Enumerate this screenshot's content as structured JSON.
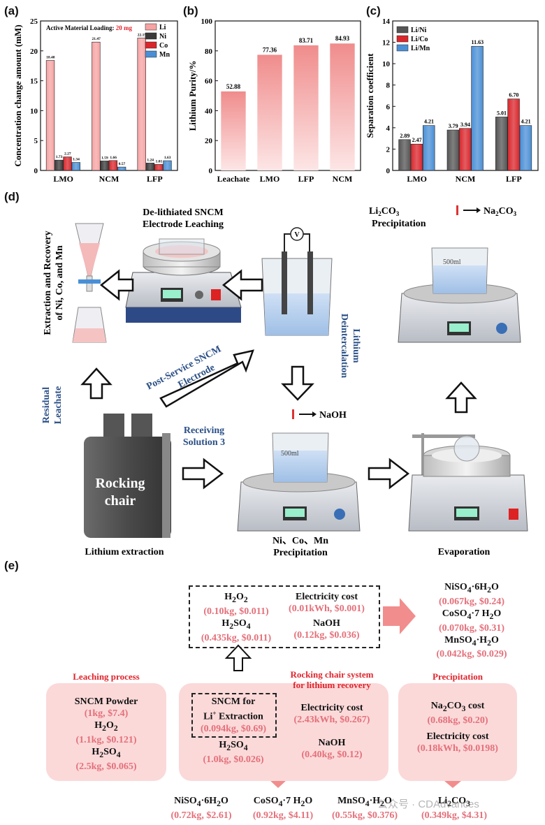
{
  "panels": {
    "a": "(a)",
    "b": "(b)",
    "c": "(c)",
    "d": "(d)",
    "e": "(e)"
  },
  "chart_a": {
    "type": "bar",
    "ylabel": "Concentration change amount (mM)",
    "annotation_label": "Active Material Loading:",
    "annotation_value": "20 mg",
    "categories": [
      "LMO",
      "NCM",
      "LFP"
    ],
    "ylim": [
      0,
      25
    ],
    "yticks": [
      "0",
      "5",
      "10",
      "15",
      "20",
      "25"
    ],
    "legend": [
      "Li",
      "Ni",
      "Co",
      "Mn"
    ],
    "colors": [
      "#f6a3a3",
      "#3a3a3a",
      "#d9262c",
      "#4a8fd6"
    ],
    "series": [
      {
        "name": "Li",
        "values": [
          18.4,
          21.47,
          22.15
        ],
        "labels": [
          "18.40",
          "21.47",
          "22.15"
        ]
      },
      {
        "name": "Ni",
        "values": [
          1.73,
          1.59,
          1.24
        ],
        "labels": [
          "1.73",
          "1.59",
          "1.24"
        ]
      },
      {
        "name": "Co",
        "values": [
          2.27,
          1.66,
          1.01
        ],
        "labels": [
          "2.27",
          "1.66",
          "1.01"
        ]
      },
      {
        "name": "Mn",
        "values": [
          1.34,
          0.57,
          1.63
        ],
        "labels": [
          "1.34",
          "0.57",
          "1.63"
        ]
      }
    ]
  },
  "chart_b": {
    "type": "bar",
    "ylabel": "Lithium Purity/%",
    "categories": [
      "Leachate",
      "LMO",
      "LFP",
      "NCM"
    ],
    "values": [
      52.88,
      77.36,
      83.71,
      84.93
    ],
    "labels": [
      "52.88",
      "77.36",
      "83.71",
      "84.93"
    ],
    "ylim": [
      0,
      100
    ],
    "yticks": [
      "0",
      "20",
      "40",
      "60",
      "80",
      "100"
    ],
    "color": "#f08c8c"
  },
  "chart_c": {
    "type": "bar",
    "ylabel": "Separation coefficient",
    "categories": [
      "LMO",
      "NCM",
      "LFP"
    ],
    "ylim": [
      0,
      14
    ],
    "yticks": [
      "0",
      "2",
      "4",
      "6",
      "8",
      "10",
      "12",
      "14"
    ],
    "legend": [
      "Li/Ni",
      "Li/Co",
      "Li/Mn"
    ],
    "colors": [
      "#555555",
      "#d9262c",
      "#4a8fd6"
    ],
    "series": [
      {
        "name": "Li/Ni",
        "values": [
          2.89,
          3.79,
          5.01
        ],
        "labels": [
          "2.89",
          "3.79",
          "5.01"
        ]
      },
      {
        "name": "Li/Co",
        "values": [
          2.47,
          3.94,
          6.7
        ],
        "labels": [
          "2.47",
          "3.94",
          "6.70"
        ]
      },
      {
        "name": "Li/Mn",
        "values": [
          4.21,
          11.63,
          4.21
        ],
        "labels": [
          "4.21",
          "11.63",
          "4.21"
        ]
      }
    ]
  },
  "diagram_d": {
    "leaching_title_1": "De-lithiated SNCM",
    "leaching_title_2": "Electrode Leaching",
    "extraction_1": "Extraction and Recovery",
    "extraction_2": "of Ni, Co, and Mn",
    "li2co3_precip_1": "Li",
    "li2co3_precip_2": "CO",
    "li2co3_precip_3": "Precipitation",
    "na2co3_1": "Na",
    "na2co3_2": "CO",
    "post_service_1": "Post-Service SNCM",
    "post_service_2": "Electrode",
    "lithium_deintercalation_1": "Lithium",
    "lithium_deintercalation_2": "Deintercalation",
    "residual_leachate_1": "Residual",
    "residual_leachate_2": "Leachate",
    "receiving_1": "Receiving",
    "receiving_2": "Solution 3",
    "naoh": "NaOH",
    "rocking_chair_1": "Rocking",
    "rocking_chair_2": "chair",
    "lithium_extraction": "Lithium extraction",
    "ni_co_mn_1": "Ni、Co、Mn",
    "ni_co_mn_2": "Precipitation",
    "evaporation": "Evaporation",
    "beaker_mark": "500ml",
    "voltmeter": "V"
  },
  "diagram_e": {
    "top_box": {
      "h2o2_name": "H",
      "h2o2_value": "(0.10kg, $0.011)",
      "elec_name": "Electricity cost",
      "elec_value": "(0.01kWh, $0.001)",
      "h2so4_name": "H",
      "h2so4_value": "(0.435kg, $0.011)",
      "naoh_name": "NaOH",
      "naoh_value": "(0.12kg, $0.036)"
    },
    "top_products": {
      "niso4_name": "NiSO",
      "niso4_value": "(0.067kg, $0.24)",
      "coso4_name": "CoSO",
      "coso4_value": "(0.070kg, $0.31)",
      "mnso4_name": "MnSO",
      "mnso4_value": "(0.042kg, $0.029)"
    },
    "leaching": {
      "title": "Leaching process",
      "sncm_name": "SNCM Powder",
      "sncm_value": "(1kg, $7.4)",
      "h2o2_name": "H",
      "h2o2_value": "(1.1kg, $0.121)",
      "h2so4_name": "H",
      "h2so4_value": "(2.5kg, $0.065)"
    },
    "rocking": {
      "title_1": "Rocking chair system",
      "title_2": "for lithium recovery",
      "sncm_name_1": "SNCM for",
      "sncm_name_2": "Extraction",
      "sncm_value": "(0.094kg, $0.69)",
      "elec_name": "Electricity cost",
      "elec_value": "(2.43kWh, $0.267)",
      "h2so4_name": "H",
      "h2so4_value": "(1.0kg, $0.026)",
      "naoh_name": "NaOH",
      "naoh_value": "(0.40kg, $0.12)"
    },
    "precip": {
      "title": "Precipitation",
      "na2co3_name": "Na",
      "na2co3_cost": "cost",
      "na2co3_value": "(0.68kg, $0.20)",
      "elec_name": "Electricity cost",
      "elec_value": "(0.18kWh, $0.0198)"
    },
    "bottom_products": {
      "niso4_name": "NiSO",
      "niso4_value": "(0.72kg, $2.61)",
      "coso4_name": "CoSO",
      "coso4_value": "(0.92kg, $4.11)",
      "mnso4_name": "MnSO",
      "mnso4_value": "(0.55kg, $0.376)",
      "li2co3_name": "Li",
      "li2co3_value": "(0.349kg, $4.31)"
    },
    "watermark": "公众号 · CDAdvances"
  }
}
